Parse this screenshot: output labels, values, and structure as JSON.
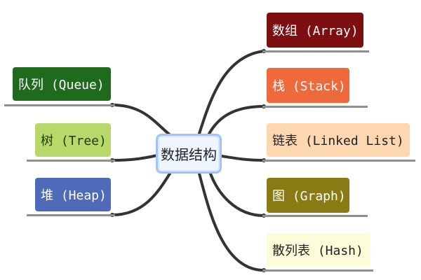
{
  "center": {
    "label": "数据结构"
  },
  "nodes": [
    {
      "id": "queue",
      "label": "队列 (Queue)",
      "bg": "#1e6b1e",
      "fg": "#ffffff"
    },
    {
      "id": "tree",
      "label": "树 (Tree)",
      "bg": "#b8d96a",
      "fg": "#1e3a0a"
    },
    {
      "id": "heap",
      "label": "堆 (Heap)",
      "bg": "#4f6ab8",
      "fg": "#ffffff"
    },
    {
      "id": "array",
      "label": "数组 (Array)",
      "bg": "#7d0f10",
      "fg": "#ffffff"
    },
    {
      "id": "stack",
      "label": "栈 (Stack)",
      "bg": "#ee6a3c",
      "fg": "#ffffff"
    },
    {
      "id": "linked",
      "label": "链表 (Linked List)",
      "bg": "#fcd7b0",
      "fg": "#222222"
    },
    {
      "id": "graph",
      "label": "图 (Graph)",
      "bg": "#8a7a14",
      "fg": "#ffffff"
    },
    {
      "id": "hash",
      "label": "散列表 (Hash)",
      "bg": "#fdfcd8",
      "fg": "#222222"
    }
  ]
}
